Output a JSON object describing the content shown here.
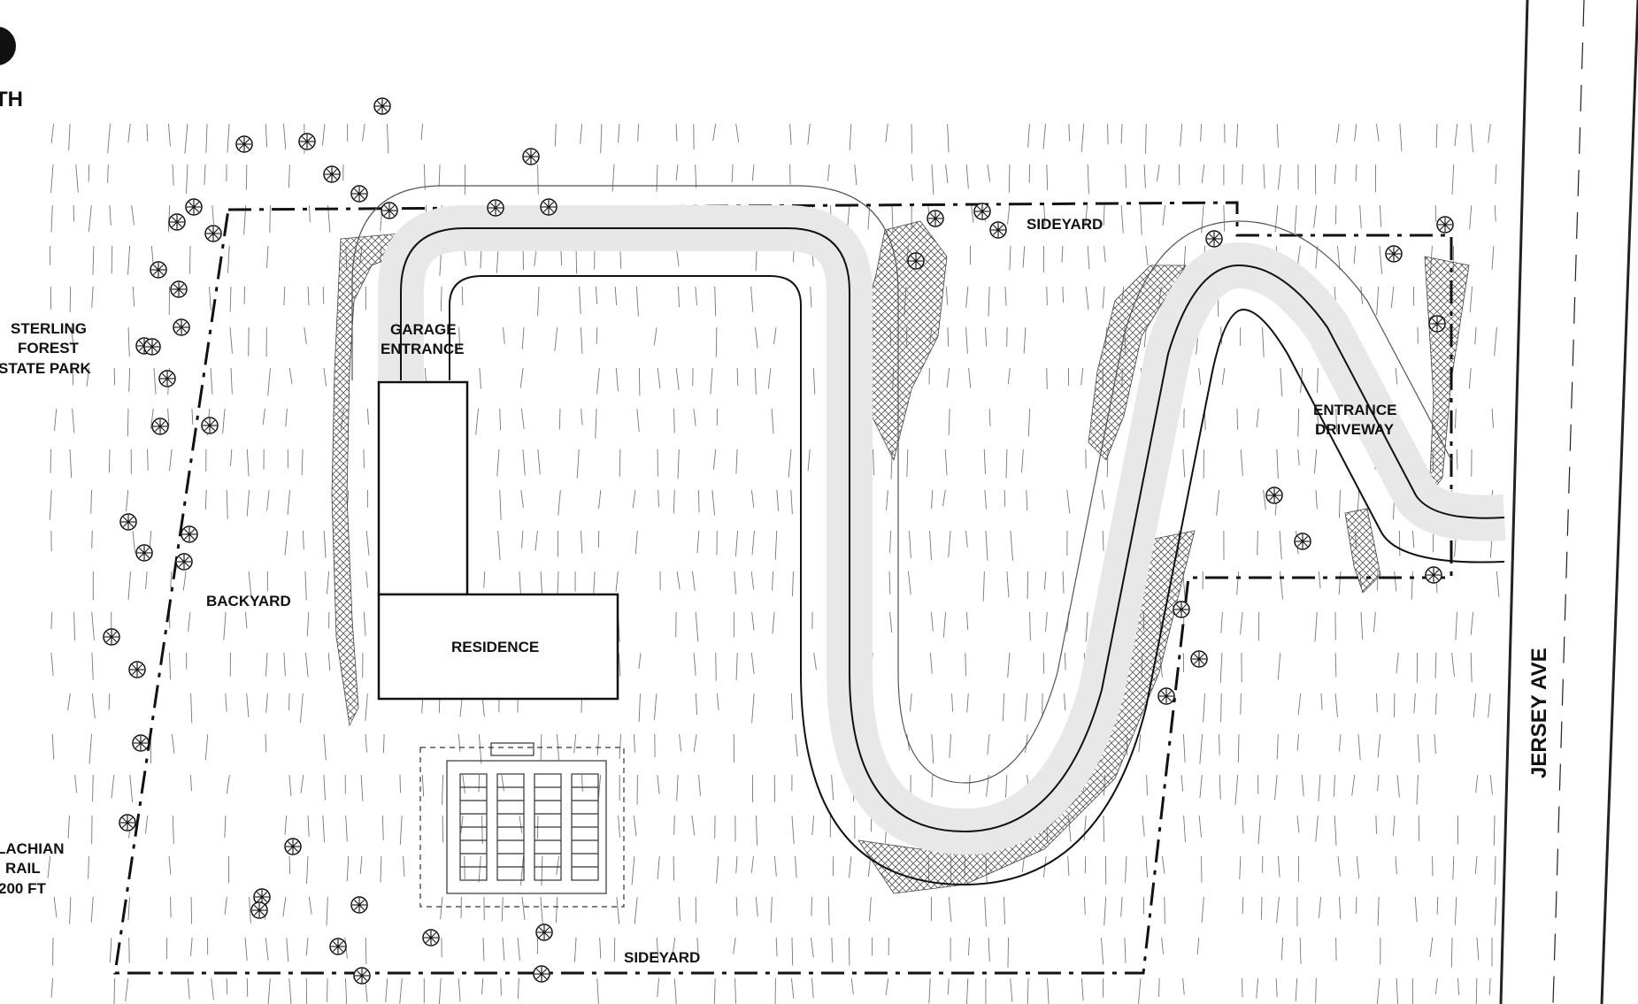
{
  "north": {
    "label": "TH"
  },
  "labels": {
    "sideyard_top": "SIDEYARD",
    "sideyard_bottom": "SIDEYARD",
    "backyard": "BACKYARD",
    "residence": "RESIDENCE",
    "garage_line1": "GARAGE",
    "garage_line2": "ENTRANCE",
    "entrance_line1": "ENTRANCE",
    "entrance_line2": "DRIVEWAY",
    "park_line1": "STERLING",
    "park_line2": "FOREST",
    "park_line3": "STATE PARK",
    "trail_line1": "LACHIAN",
    "trail_line2": "RAIL",
    "trail_line3": "200 FT",
    "road": "JERSEY AVE"
  },
  "colors": {
    "ink": "#111111",
    "line": "#333333",
    "hatch": "#555555",
    "background": "#ffffff"
  },
  "icons": [
    "north-arrow-icon",
    "tree-symbol-icon"
  ]
}
